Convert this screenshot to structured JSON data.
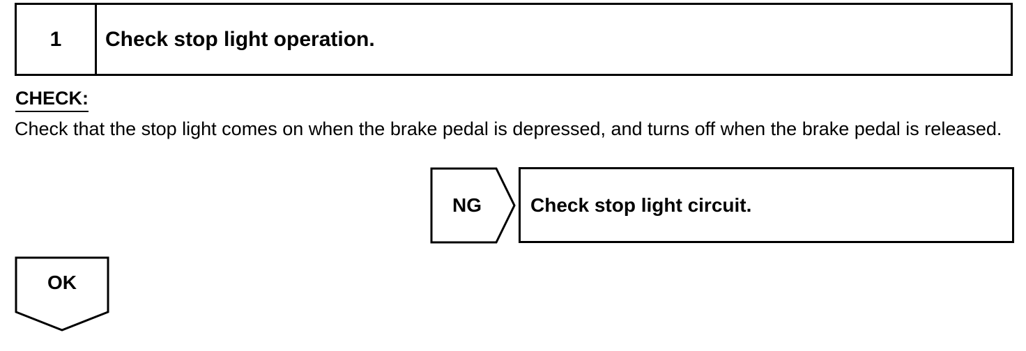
{
  "step": {
    "number": "1",
    "title": "Check stop light operation."
  },
  "check": {
    "heading": "CHECK:",
    "text": "Check that the stop light comes on when the brake pedal is depressed, and turns off when the brake pedal is released."
  },
  "ng": {
    "label": "NG",
    "result": "Check stop light circuit."
  },
  "ok": {
    "label": "OK"
  }
}
